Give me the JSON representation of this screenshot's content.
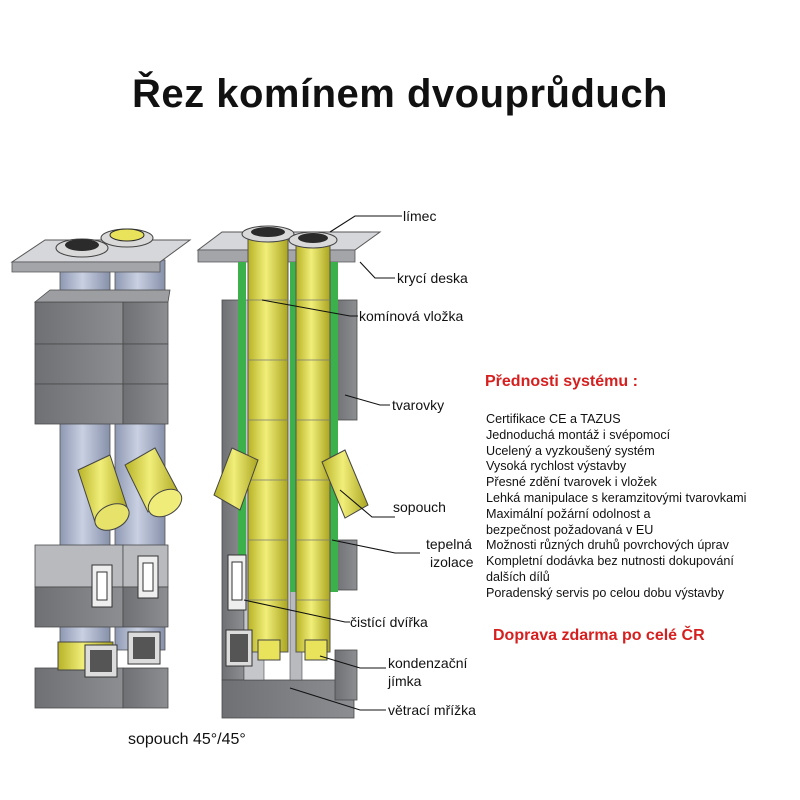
{
  "title": "Řez komínem dvouprůduch",
  "labels": {
    "limec": "límec",
    "kryci_deska": "krycí deska",
    "kominova_vlozka": "komínová vložka",
    "tvarovky": "tvarovky",
    "sopouch": "sopouch",
    "tepelna_izolace_1": "tepelná",
    "tepelna_izolace_2": "izolace",
    "cistici_dvirka": "čistící dvířka",
    "kondenzacni_jimka_1": "kondenzační",
    "kondenzacni_jimka_2": "jímka",
    "vetraci_mrizka": "větrací mřížka",
    "caption": "sopouch 45°/45°"
  },
  "advantages": {
    "heading": "Přednosti systému :",
    "items": [
      "Certifikace CE a TAZUS",
      "Jednoduchá montáž i svépomocí",
      "Ucelený a vyzkoušený systém",
      "Vysoká rychlost výstavby",
      "Přesné zdění tvarovek i vložek",
      "Lehká manipulace s keramzitovými tvarovkami",
      "Maximální požární odolnost a",
      "bezpečnost požadovaná v EU",
      "Možnosti různých druhů povrchových úprav",
      "Kompletní dodávka bez nutnosti dokupování",
      "dalších dílů",
      "Poradenský servis po celou dobu výstavby"
    ],
    "promo": "Doprava zdarma po celé ČR"
  },
  "colors": {
    "block": "#7a7c80",
    "block_light": "#a6a8ad",
    "liner": "#e8e35a",
    "liner_dark": "#b7b226",
    "insulation": "#3cb04a",
    "pipe_grey": "#aab4cc",
    "accent_red": "#d6201f"
  }
}
